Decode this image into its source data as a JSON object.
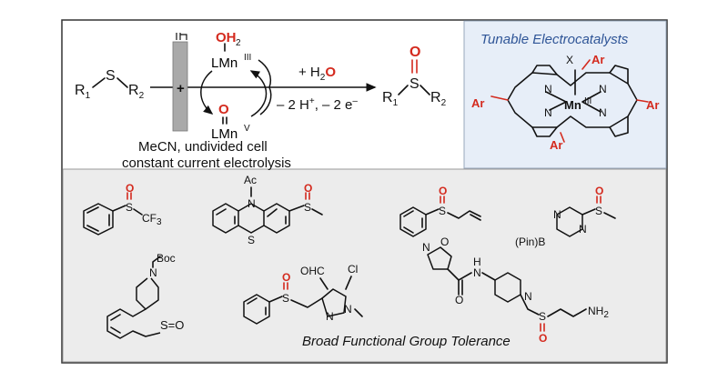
{
  "reaction": {
    "substrate": {
      "r1": "R",
      "r1_sub": "1",
      "s": "S",
      "r2": "R",
      "r2_sub": "2"
    },
    "electrode_sign": "+",
    "catalyst_top": {
      "oh": "OH",
      "oh_sub": "2",
      "lmn": "LMn",
      "oxidation_state": "III"
    },
    "catalyst_bottom": {
      "o": "O",
      "lmn": "LMn",
      "oxidation_state": "V"
    },
    "reagent": {
      "prefix": "+ H",
      "sub": "2",
      "o": "O"
    },
    "byproducts": {
      "part1": "– 2 H",
      "sup1": "+",
      "part2": ", – 2 e",
      "sup2": "–"
    },
    "conditions_line1": "MeCN, undivided cell",
    "conditions_line2": "constant current electrolysis",
    "product": {
      "o": "O",
      "s": "S",
      "r1": "R",
      "r1_sub": "1",
      "r2": "R",
      "r2_sub": "2"
    }
  },
  "catalyst_panel": {
    "title": "Tunable Electrocatalysts",
    "aryl": "Ar",
    "axial_ligand": "X",
    "metal": "Mn",
    "metal_state": "III",
    "nitrogen": "N",
    "background_color": "#e7eef8"
  },
  "scope": {
    "caption": "Broad Functional Group Tolerance",
    "labels": {
      "cf3": "CF",
      "cf3_sub": "3",
      "ac": "Ac",
      "boc": "Boc",
      "pinb": "(Pin)B",
      "ohc": "OHC",
      "cl": "Cl",
      "nh2": "NH",
      "nh2_sub": "2",
      "h": "H",
      "s_eq_o": "S=O",
      "s": "S",
      "n": "N",
      "o": "O"
    },
    "background_color": "#ececec"
  },
  "colors": {
    "accent": "#d42a1e",
    "title_blue": "#2f5597",
    "border": "#333333"
  }
}
